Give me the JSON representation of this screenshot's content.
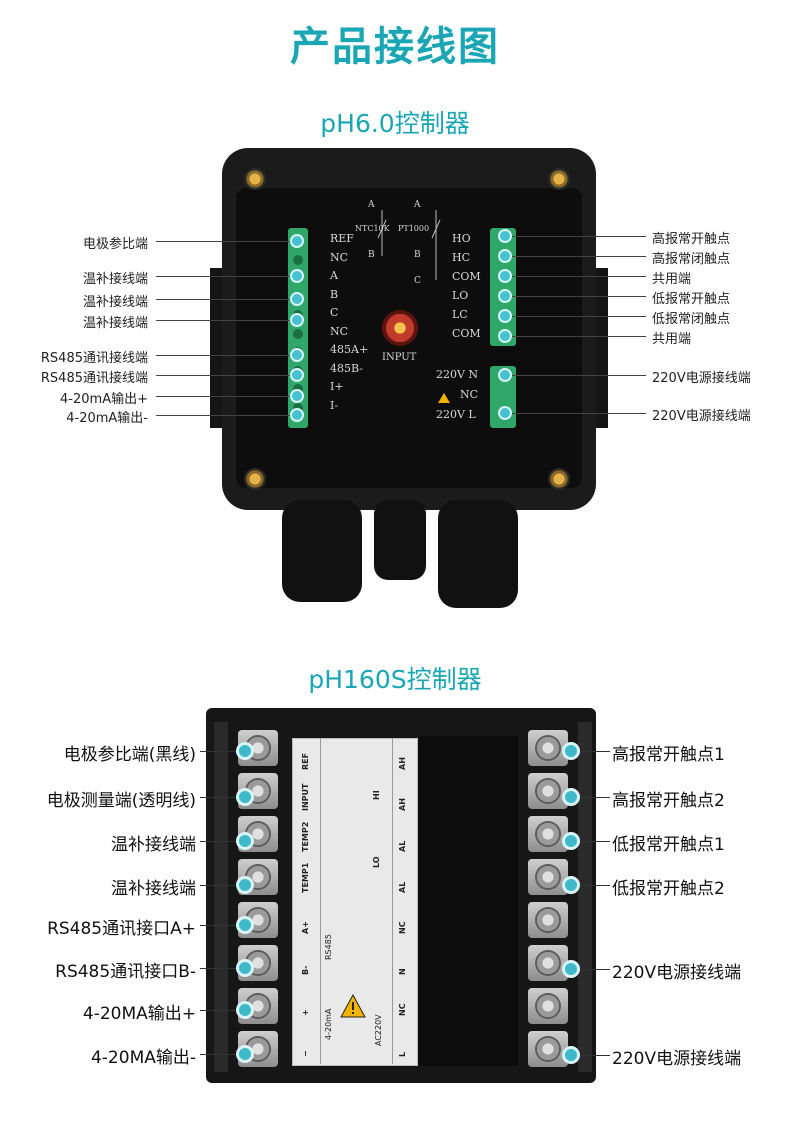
{
  "title": "产品接线图",
  "section1": {
    "heading": "pH6.0控制器",
    "left_labels": [
      "电极参比端",
      "温补接线端",
      "温补接线端",
      "温补接线端",
      "RS485通讯接线端",
      "RS485通讯接线端",
      "4-20mA输出+",
      "4-20mA输出-"
    ],
    "right_labels": [
      "高报常开触点",
      "高报常闭触点",
      "共用端",
      "低报常开触点",
      "低报常闭触点",
      "共用端",
      "220V电源接线端",
      "220V电源接线端"
    ],
    "left_pins": [
      "REF",
      "NC",
      "A",
      "B",
      "C",
      "NC",
      "485A+",
      "485B-",
      "I+",
      "I-"
    ],
    "right_pins": [
      "HO",
      "HC",
      "COM",
      "LO",
      "LC",
      "COM"
    ],
    "power_pins": [
      "220V N",
      "NC",
      "220V L"
    ],
    "ntc": "NTC10K",
    "pt": "PT1000",
    "ab": [
      "A",
      "B"
    ],
    "abc": [
      "A",
      "B",
      "C"
    ],
    "input": "INPUT"
  },
  "section2": {
    "heading": "pH160S控制器",
    "left_labels": [
      "电极参比端(黑线)",
      "电极测量端(透明线)",
      "温补接线端",
      "温补接线端",
      "RS485通讯接口A+",
      "RS485通讯接口B-",
      "4-20MA输出+",
      "4-20MA输出-"
    ],
    "right_labels": [
      "高报常开触点1",
      "高报常开触点2",
      "低报常开触点1",
      "低报常开触点2",
      "220V电源接线端",
      "220V电源接线端"
    ],
    "panel_left": [
      "REF",
      "INPUT",
      "TEMP2",
      "TEMP1",
      "A+",
      "B-",
      "+",
      "−"
    ],
    "panel_right": [
      "AH",
      "AH",
      "AL",
      "AL",
      "NC",
      "N",
      "NC",
      "L"
    ],
    "hi": "HI",
    "lo": "LO",
    "rs485": "RS485",
    "ma": "4-20mA",
    "ac": "AC220V"
  }
}
